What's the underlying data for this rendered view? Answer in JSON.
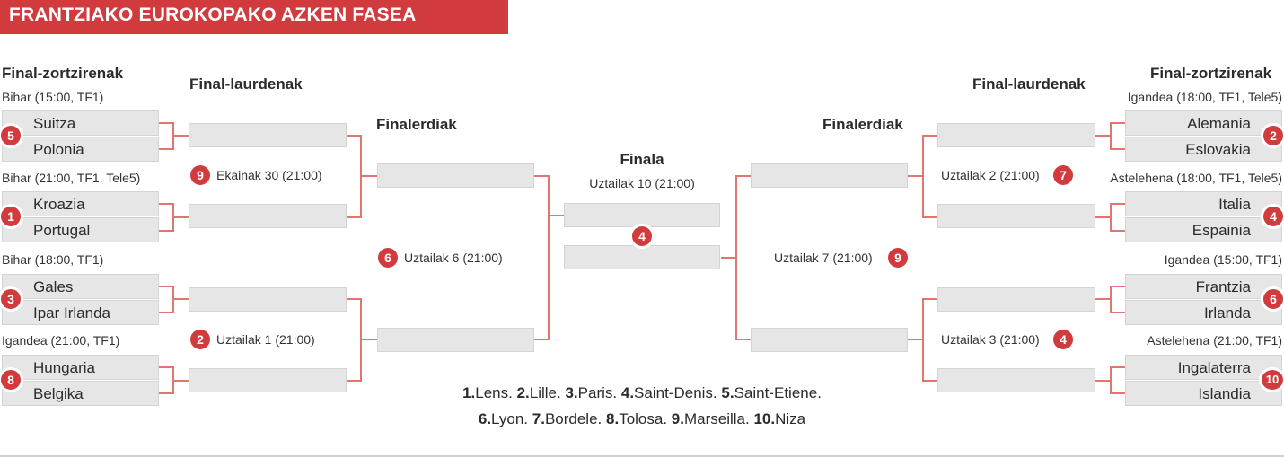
{
  "title": "FRANTZIAKO EUROKOPAKO AZKEN FASEA",
  "headings": {
    "round16_left": "Final-zortzirenak",
    "round16_right": "Final-zortzirenak",
    "quarters_left": "Final-laurdenak",
    "quarters_right": "Final-laurdenak",
    "semis_left": "Finalerdiak",
    "semis_right": "Finalerdiak",
    "final": "Finala"
  },
  "left_r16": [
    {
      "date": "Bihar (15:00, TF1)",
      "venue": "5",
      "team1": "Suitza",
      "team2": "Polonia"
    },
    {
      "date": "Bihar (21:00, TF1, Tele5)",
      "venue": "1",
      "team1": "Kroazia",
      "team2": "Portugal"
    },
    {
      "date": "Bihar (18:00, TF1)",
      "venue": "3",
      "team1": "Gales",
      "team2": "Ipar Irlanda"
    },
    {
      "date": "Igandea (21:00, TF1)",
      "venue": "8",
      "team1": "Hungaria",
      "team2": "Belgika"
    }
  ],
  "right_r16": [
    {
      "date": "Igandea (18:00, TF1, Tele5)",
      "venue": "2",
      "team1": "Alemania",
      "team2": "Eslovakia"
    },
    {
      "date": "Astelehena (18:00, TF1, Tele5)",
      "venue": "4",
      "team1": "Italia",
      "team2": "Espainia"
    },
    {
      "date": "Igandea (15:00, TF1)",
      "venue": "6",
      "team1": "Frantzia",
      "team2": "Irlanda"
    },
    {
      "date": "Astelehena (21:00, TF1)",
      "venue": "10",
      "team1": "Ingalaterra",
      "team2": "Islandia"
    }
  ],
  "left_qf": [
    {
      "venue": "9",
      "date": "Ekainak 30 (21:00)"
    },
    {
      "venue": "2",
      "date": "Uztailak 1 (21:00)"
    }
  ],
  "right_qf": [
    {
      "venue": "7",
      "date": "Uztailak 2 (21:00)"
    },
    {
      "venue": "4",
      "date": "Uztailak 3 (21:00)"
    }
  ],
  "left_sf": {
    "venue": "6",
    "date": "Uztailak 6 (21:00)"
  },
  "right_sf": {
    "venue": "9",
    "date": "Uztailak 7 (21:00)"
  },
  "final": {
    "date": "Uztailak 10 (21:00)",
    "venue": "4"
  },
  "legend": {
    "line1": [
      {
        "n": "1.",
        "city": "Lens."
      },
      {
        "n": "2.",
        "city": "Lille."
      },
      {
        "n": "3.",
        "city": "Paris."
      },
      {
        "n": "4.",
        "city": "Saint-Denis."
      },
      {
        "n": "5.",
        "city": "Saint-Etiene."
      }
    ],
    "line2": [
      {
        "n": "6.",
        "city": "Lyon."
      },
      {
        "n": "7.",
        "city": "Bordele."
      },
      {
        "n": "8.",
        "city": "Tolosa."
      },
      {
        "n": "9.",
        "city": "Marseilla."
      },
      {
        "n": "10.",
        "city": "Niza"
      }
    ]
  },
  "colors": {
    "accent": "#d23b3e",
    "box": "#e6e6e6",
    "connector": "#e0766f"
  }
}
